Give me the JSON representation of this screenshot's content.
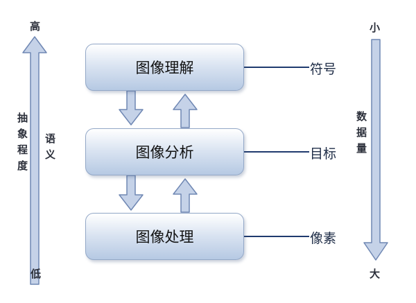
{
  "boxes": {
    "understanding": "图像理解",
    "analysis": "图像分析",
    "processing": "图像处理"
  },
  "side_labels": {
    "symbol": "符号",
    "object": "目标",
    "pixel": "像素"
  },
  "left_axis": {
    "top": "高",
    "bottom": "低",
    "abstraction": "抽象程度",
    "semantics": "语义"
  },
  "right_axis": {
    "top": "小",
    "bottom": "大",
    "data_amount": "数据量"
  },
  "colors": {
    "arrow_fill": "#c5d2e8",
    "arrow_stroke": "#6f87b3",
    "connector_line": "#1f3a6e",
    "box_border": "#93a8c7"
  }
}
